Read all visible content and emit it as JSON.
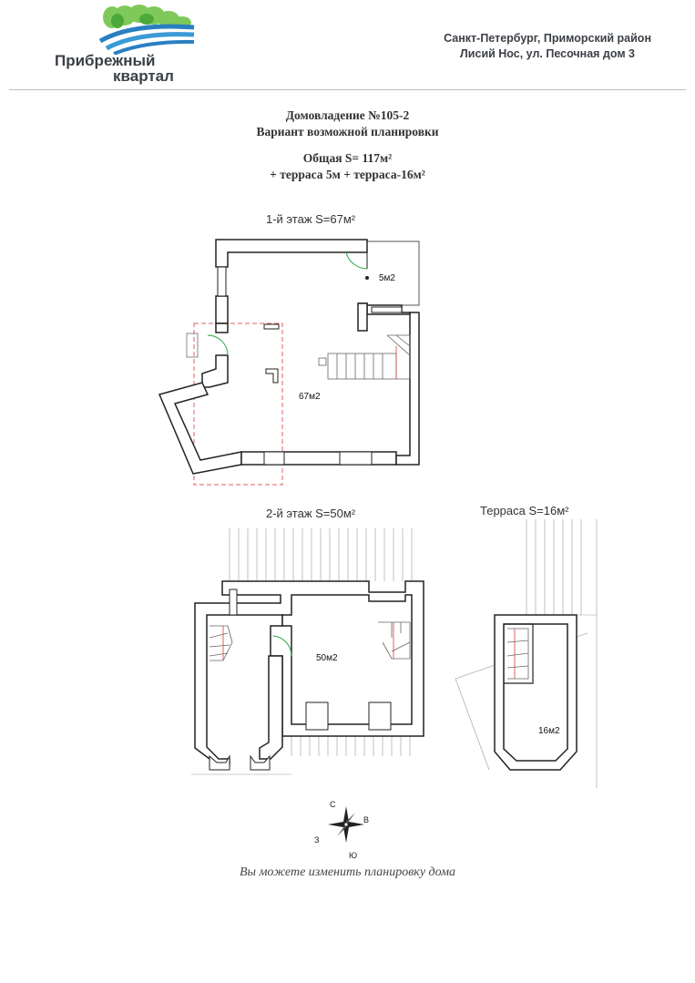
{
  "header": {
    "logo": {
      "line1": "Прибрежный",
      "line2": "квартал"
    },
    "address": {
      "line1": "Санкт-Петербург, Приморский район",
      "line2": "Лисий Нос, ул. Песочная дом 3"
    }
  },
  "title": {
    "line1": "Домовладение №105-2",
    "line2": "Вариант возможной планировки",
    "area_total": "Общая S= 117м²",
    "area_extra": "+ терраса 5м + терраса-16м²"
  },
  "plans": {
    "floor1": {
      "label": "1-й этаж S=67м²",
      "room_main": "67м2",
      "room_small": "5м2"
    },
    "floor2": {
      "label": "2-й этаж S=50м²",
      "room_main": "50м2"
    },
    "terrace": {
      "label": "Терраса S=16м²",
      "room_main": "16м2"
    }
  },
  "compass": {
    "north": "С",
    "east": "В",
    "west": "З",
    "south": "Ю"
  },
  "footer": {
    "note": "Вы можете изменить планировку дома"
  },
  "colors": {
    "logo_green": "#6cc04a",
    "logo_blue": "#2a7fc1",
    "wall": "#ffffff",
    "wall_stroke": "#222222",
    "plot_line": "#e06060",
    "door_arc": "#2aa84a",
    "stair_red": "#d04040"
  }
}
